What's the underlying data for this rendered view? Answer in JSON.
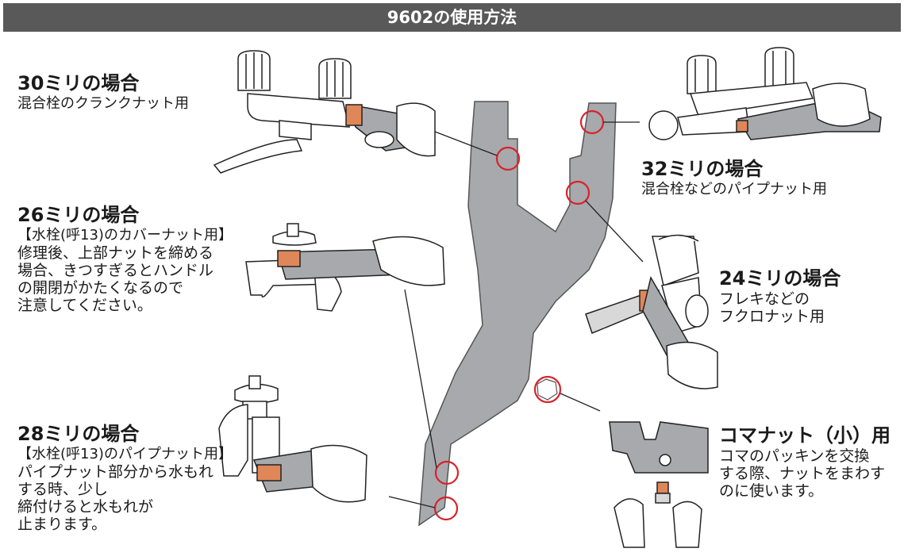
{
  "header": {
    "title": "9602の使用方法"
  },
  "sections": {
    "s30": {
      "title": "30ミリの場合",
      "desc": "混合栓のクランクナット用"
    },
    "s32": {
      "title": "32ミリの場合",
      "desc": "混合栓などのパイプナット用"
    },
    "s26": {
      "title": "26ミリの場合",
      "bracket": "【水栓(呼13)のカバーナット用】",
      "desc": "修理後、上部ナットを締める\n場合、きつすぎるとハンドル\nの開閉がかたくなるので\n注意してください。"
    },
    "s24": {
      "title": "24ミリの場合",
      "desc": "フレキなどの\nフクロナット用"
    },
    "s28": {
      "title": "28ミリの場合",
      "bracket": "【水栓(呼13)のパイプナット用】",
      "desc": "パイプナット部分から水もれ\nする時、少し\n締付けると水もれが\n止まります。"
    },
    "koma": {
      "title": "コマナット（小）用",
      "desc": "コマのパッキンを交換\nする際、ナットをまわす\nのに使います。"
    }
  },
  "colors": {
    "header": "#595959",
    "wrench": "#a7a9ac",
    "marker": "#d8232a",
    "nut": "#e0875a",
    "line": "#222222"
  }
}
